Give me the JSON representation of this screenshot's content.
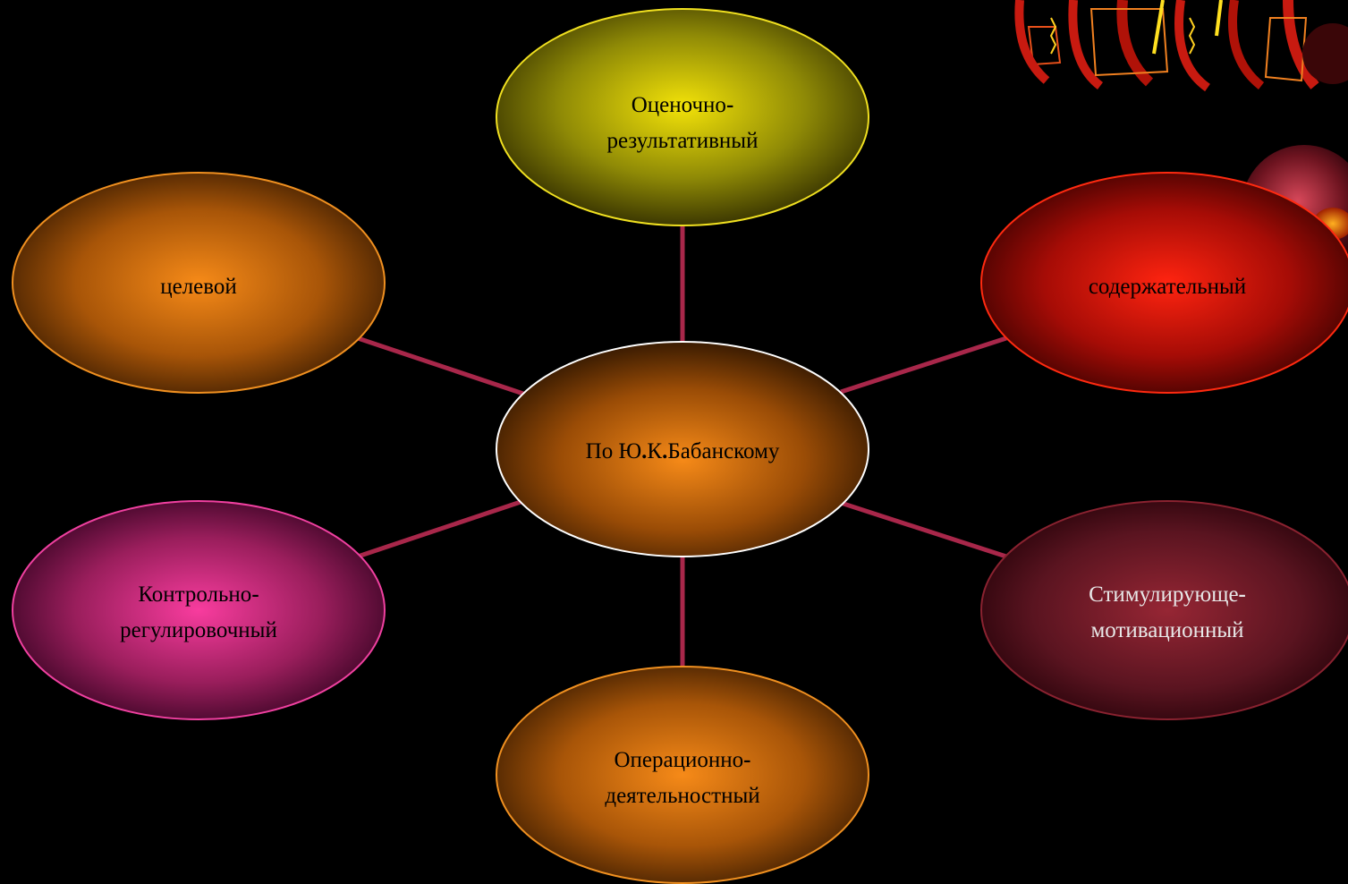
{
  "diagram": {
    "center": {
      "line1": "По Ю",
      "dot1": ".",
      "mid": "К",
      "dot2": ".",
      "line2": "Бабанскому"
    },
    "nodes": {
      "top": {
        "line1": "Оценочно",
        "hyphen": "-",
        "line2": "результативный"
      },
      "upper_left": {
        "line1": "целевой"
      },
      "upper_right": {
        "line1": "содержательный"
      },
      "lower_left": {
        "line1": "Контрольно",
        "hyphen": "-",
        "line2": "регулировочный"
      },
      "lower_right": {
        "line1": "Стимулирующе",
        "hyphen": "-",
        "line2": "мотивационный"
      },
      "bottom": {
        "line1": "Операционно",
        "hyphen": "-",
        "line2": "деятельностный"
      }
    },
    "colors": {
      "connector": "#a8274a",
      "top_fill": "#e8d80a",
      "orange_fill": "#f08a1a",
      "red_fill": "#ff2010",
      "magenta_fill": "#f0389a",
      "maroon_fill": "#8a2230"
    }
  }
}
